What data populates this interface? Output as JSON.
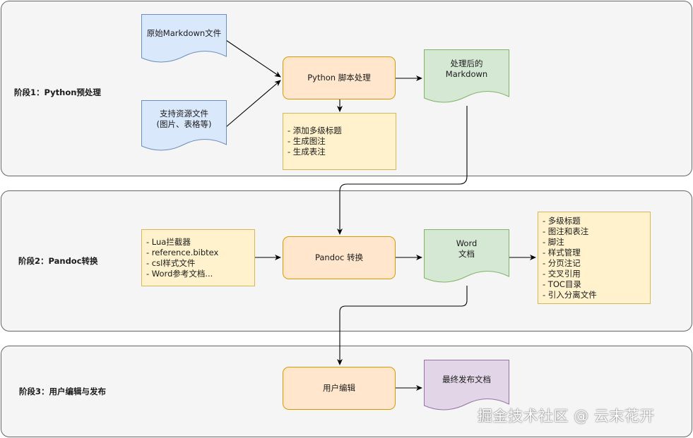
{
  "stages": [
    {
      "title": "阶段1：Python预处理"
    },
    {
      "title": "阶段2：Pandoc转换"
    },
    {
      "title": "阶段3：用户编辑与发布"
    }
  ],
  "nodes": {
    "md_source": "原始Markdown文件",
    "assets": "支持资源文件\n(图片、表格等)",
    "python_proc": "Python 脚本处理",
    "processed_md": "处理后的\nMarkdown",
    "python_tasks": "- 添加多级标题\n- 生成图注\n- 生成表注",
    "pandoc_inputs": "- Lua拦截器\n- reference.bibtex\n- csl样式文件\n- Word参考文档...",
    "pandoc_proc": "Pandoc 转换",
    "word_doc": "Word\n文档",
    "word_features": "- 多级标题\n- 图注和表注\n- 脚注\n- 样式管理\n- 分页注记\n- 交叉引用\n- TOC目录\n- 引入分离文件",
    "user_edit": "用户编辑",
    "final_doc": "最终发布文档"
  },
  "colors": {
    "blue_fill": "#dae8fc",
    "blue_stroke": "#6c8ebf",
    "green_fill": "#d5e8d4",
    "green_stroke": "#82b366",
    "purple_fill": "#e1d5e7",
    "purple_stroke": "#9673a6",
    "orange_fill": "#ffe6cc",
    "orange_stroke": "#d79b00",
    "yellow_fill": "#fff2cc",
    "yellow_stroke": "#d6b656"
  },
  "watermark": "掘金技术社区 @ 云末花开"
}
